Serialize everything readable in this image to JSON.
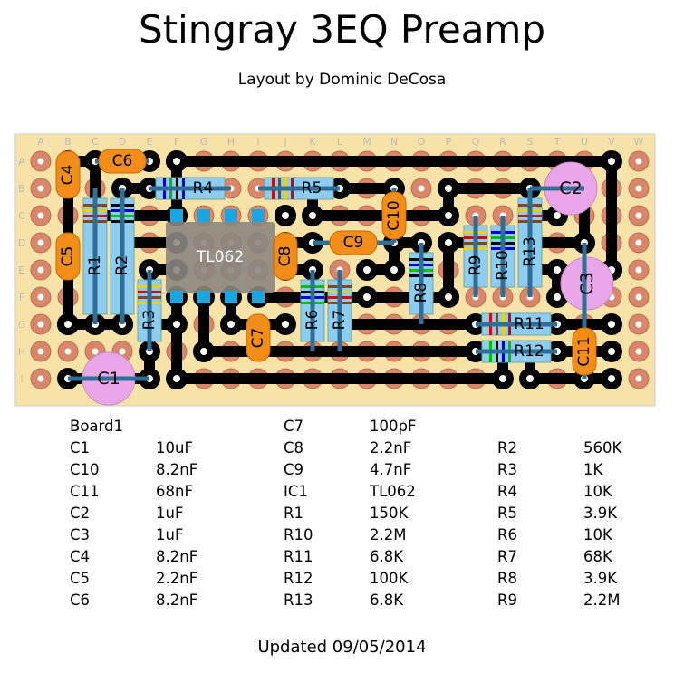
{
  "title": "Stingray 3EQ Preamp",
  "subtitle": "Layout by Dominic DeCosa",
  "updated": "Updated 09/05/2014",
  "board": {
    "column_labels": [
      "A",
      "B",
      "C",
      "D",
      "E",
      "F",
      "G",
      "H",
      "I",
      "J",
      "K",
      "L",
      "M",
      "N",
      "O",
      "P",
      "Q",
      "R",
      "S",
      "T",
      "U",
      "V",
      "W"
    ],
    "row_labels": [
      "A",
      "B",
      "C",
      "D",
      "E",
      "F",
      "G",
      "H",
      "I"
    ],
    "ic_label": "TL062",
    "colors": {
      "board": "#f7e3a8",
      "pad": "#d9876a",
      "trace": "#000000",
      "resistor": "#8fcdf0",
      "capacitor": "#f38d1a",
      "electrolytic": "#e9a6e8",
      "ic": "#8a8580",
      "pin": "#1aa7e0"
    }
  },
  "legend": {
    "header": "Board1",
    "columns": [
      [
        [
          "C1",
          "10uF"
        ],
        [
          "C10",
          "8.2nF"
        ],
        [
          "C11",
          "68nF"
        ],
        [
          "C2",
          "1uF"
        ],
        [
          "C3",
          "1uF"
        ],
        [
          "C4",
          "8.2nF"
        ],
        [
          "C5",
          "2.2nF"
        ],
        [
          "C6",
          "8.2nF"
        ]
      ],
      [
        [
          "C7",
          "100pF"
        ],
        [
          "C8",
          "2.2nF"
        ],
        [
          "C9",
          "4.7nF"
        ],
        [
          "IC1",
          "TL062"
        ],
        [
          "R1",
          "150K"
        ],
        [
          "R10",
          "2.2M"
        ],
        [
          "R11",
          "6.8K"
        ],
        [
          "R12",
          "100K"
        ],
        [
          "R13",
          "6.8K"
        ]
      ],
      [
        [
          "R2",
          "560K"
        ],
        [
          "R3",
          "1K"
        ],
        [
          "R4",
          "10K"
        ],
        [
          "R5",
          "3.9K"
        ],
        [
          "R6",
          "10K"
        ],
        [
          "R7",
          "68K"
        ],
        [
          "R8",
          "3.9K"
        ],
        [
          "R9",
          "2.2M"
        ]
      ]
    ]
  }
}
